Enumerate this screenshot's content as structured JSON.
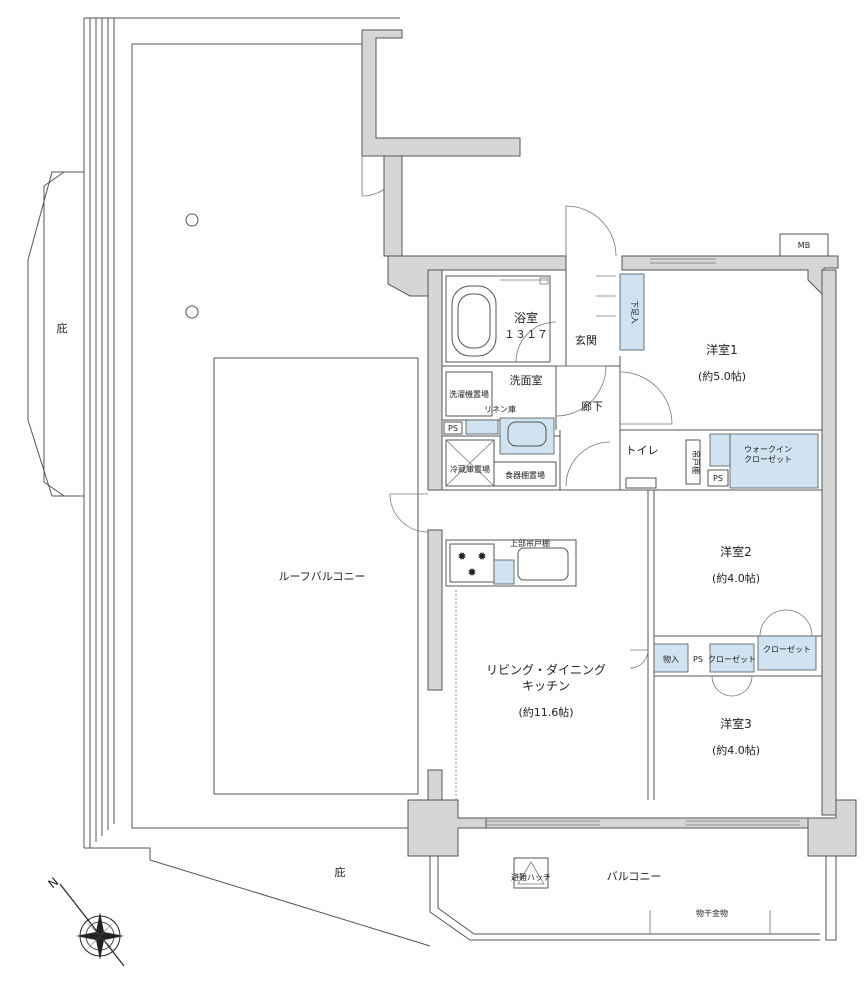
{
  "rooms": {
    "yoshitsu1": {
      "name": "洋室1",
      "size": "(約5.0帖)"
    },
    "yoshitsu2": {
      "name": "洋室2",
      "size": "(約4.0帖)"
    },
    "yoshitsu3": {
      "name": "洋室3",
      "size": "(約4.0帖)"
    },
    "ldk": {
      "name_line1": "リビング・ダイニング",
      "name_line2": "キッチン",
      "size": "(約11.6帖)"
    },
    "bath": {
      "name": "浴室",
      "size": "１３１７"
    },
    "washroom": "洗面室",
    "entrance": "玄関",
    "corridor": "廊下",
    "toilet": "トイレ",
    "walk_in_closet_line1": "ウォークイン",
    "walk_in_closet_line2": "クローゼット",
    "roof_balcony": "ルーフバルコニー",
    "balcony": "バルコニー"
  },
  "fixtures": {
    "shoe_box": "下足入",
    "washer": "洗濯機置場",
    "linen": "リネン庫",
    "fridge": "冷蔵庫置場",
    "cupboard": "食器棚置場",
    "upper_cabinet": "上部吊戸棚",
    "storage": "物入",
    "closet": "クローゼット",
    "ps": "PS",
    "mb": "MB",
    "evac_hatch": "避難ハッチ",
    "drying_hardware": "物干金物",
    "eaves": "庇",
    "toilet_storage": "吊戸棚"
  },
  "compass": {
    "north": "N"
  }
}
